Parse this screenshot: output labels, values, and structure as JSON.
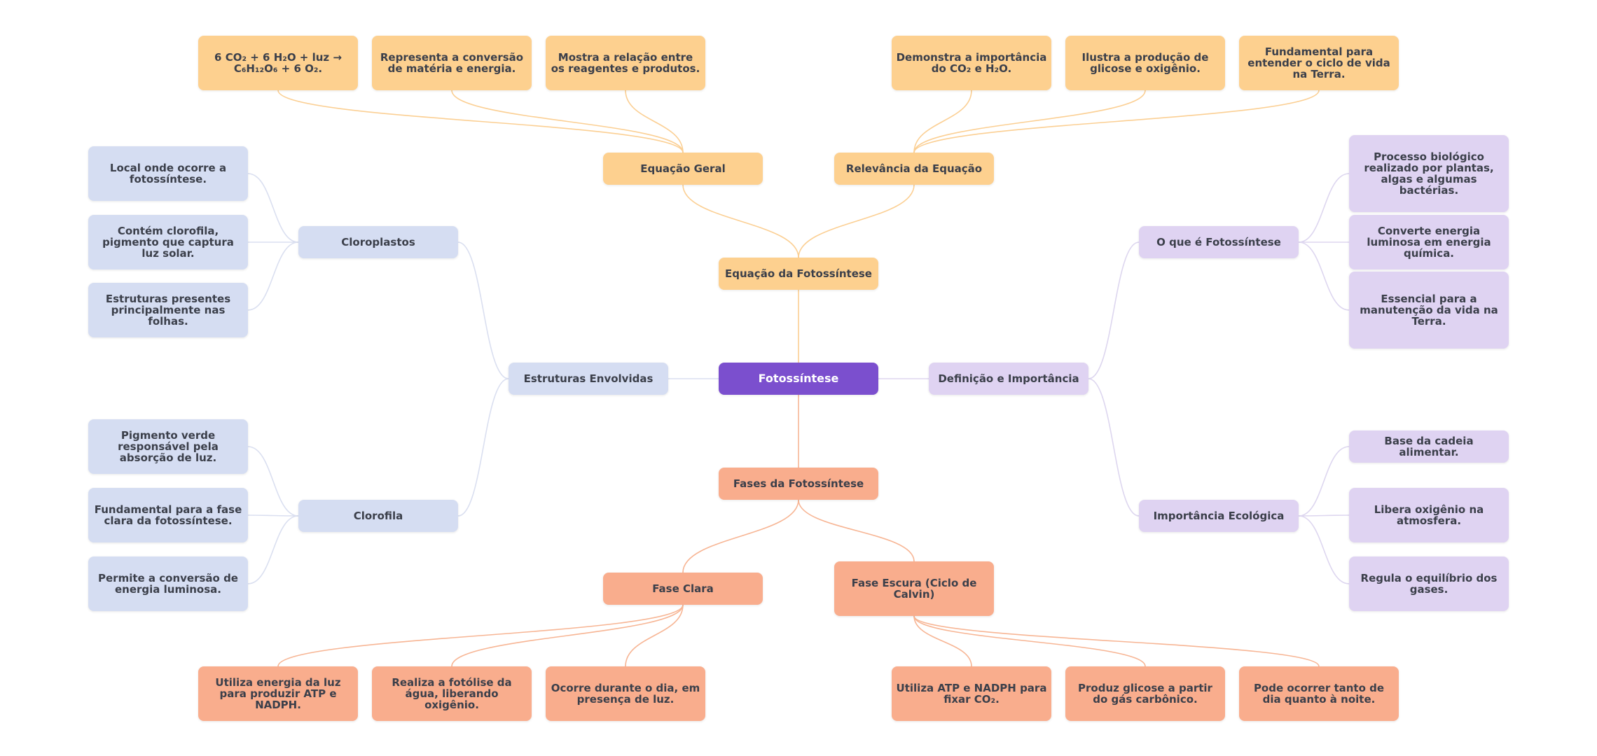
{
  "colors": {
    "root": "#7b4fce",
    "yellow": {
      "fill": "#fdd08f",
      "edge": "#fbcf93"
    },
    "blue": {
      "fill": "#d5ddf2",
      "edge": "#dadff0"
    },
    "purple": {
      "fill": "#dfd3f2",
      "edge": "#ddd6ef"
    },
    "orange": {
      "fill": "#f9ad8d",
      "edge": "#f7b594"
    }
  },
  "nodes": {
    "root": "Fotossíntese",
    "equacao": "Equação da Fotossíntese",
    "geral": "Equação Geral",
    "geral_1": "6 CO₂ + 6 H₂O + luz → C₆H₁₂O₆ + 6 O₂.",
    "geral_2": "Representa a conversão de matéria e energia.",
    "geral_3": "Mostra a relação entre os reagentes e produtos.",
    "relevancia": "Relevância da Equação",
    "relevancia_1": "Demonstra a importância do CO₂ e H₂O.",
    "relevancia_2": "Ilustra a produção de glicose e oxigênio.",
    "relevancia_3": "Fundamental para entender o ciclo de vida na Terra.",
    "estruturas": "Estruturas Envolvidas",
    "cloroplastos": "Cloroplastos",
    "cloroplastos_1": "Local onde ocorre a fotossíntese.",
    "cloroplastos_2": "Contém clorofila, pigmento que captura luz solar.",
    "cloroplastos_3": "Estruturas presentes principalmente nas folhas.",
    "clorofila": "Clorofila",
    "clorofila_1": "Pigmento verde responsável pela absorção de luz.",
    "clorofila_2": "Fundamental para a fase clara da fotossíntese.",
    "clorofila_3": "Permite a conversão de energia luminosa.",
    "definicao": "Definição e Importância",
    "oque": "O que é Fotossíntese",
    "oque_1": "Processo biológico realizado por plantas, algas e algumas bactérias.",
    "oque_2": "Converte energia luminosa em energia química.",
    "oque_3": "Essencial para a manutenção da vida na Terra.",
    "ecologica": "Importância Ecológica",
    "ecologica_1": "Base da cadeia alimentar.",
    "ecologica_2": "Libera oxigênio na atmosfera.",
    "ecologica_3": "Regula o equilíbrio dos gases.",
    "fases": "Fases da Fotossíntese",
    "clara": "Fase Clara",
    "clara_1": "Utiliza energia da luz para produzir ATP e NADPH.",
    "clara_2": "Realiza a fotólise da água, liberando oxigênio.",
    "clara_3": "Ocorre durante o dia, em presença de luz.",
    "escura": "Fase Escura (Ciclo de Calvin)",
    "escura_1": "Utiliza ATP e NADPH para fixar CO₂.",
    "escura_2": "Produz glicose a partir do gás carbônico.",
    "escura_3": "Pode ocorrer tanto de dia quanto à noite."
  }
}
